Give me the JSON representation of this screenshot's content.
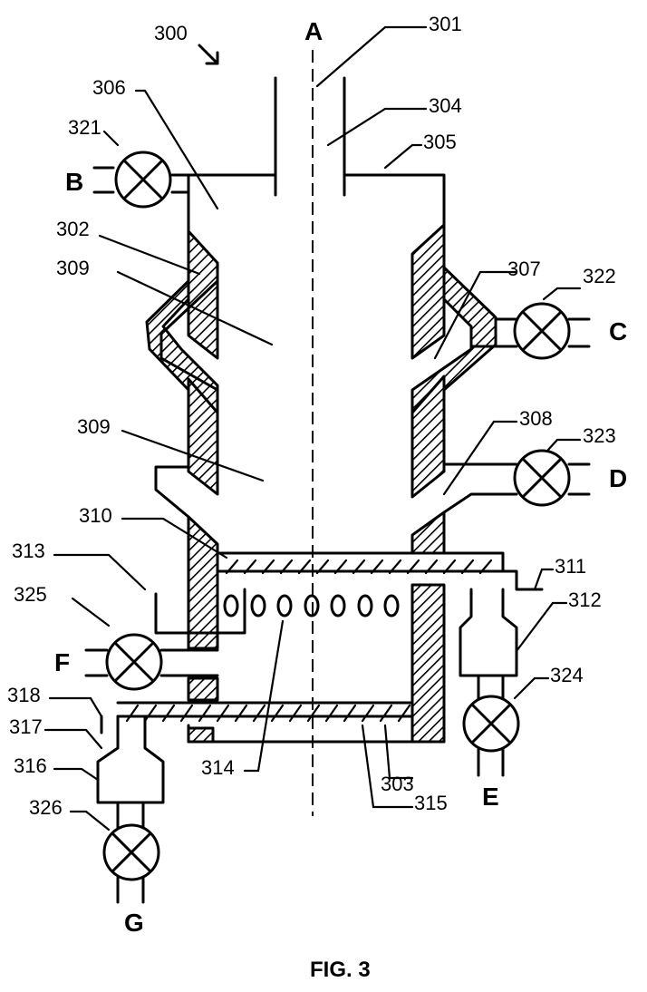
{
  "figure": {
    "caption": "FIG. 3",
    "axis_label": "A",
    "ports": {
      "B": "B",
      "C": "C",
      "D": "D",
      "E": "E",
      "F": "F",
      "G": "G"
    },
    "refs": {
      "r300": "300",
      "r301": "301",
      "r302": "302",
      "r303": "303",
      "r304": "304",
      "r305": "305",
      "r306": "306",
      "r307": "307",
      "r308": "308",
      "r309a": "309",
      "r309b": "309",
      "r310": "310",
      "r311": "311",
      "r312": "312",
      "r313": "313",
      "r314": "314",
      "r315": "315",
      "r316": "316",
      "r317": "317",
      "r318": "318",
      "r321": "321",
      "r322": "322",
      "r323": "323",
      "r324": "324",
      "r325": "325",
      "r326": "326"
    }
  }
}
